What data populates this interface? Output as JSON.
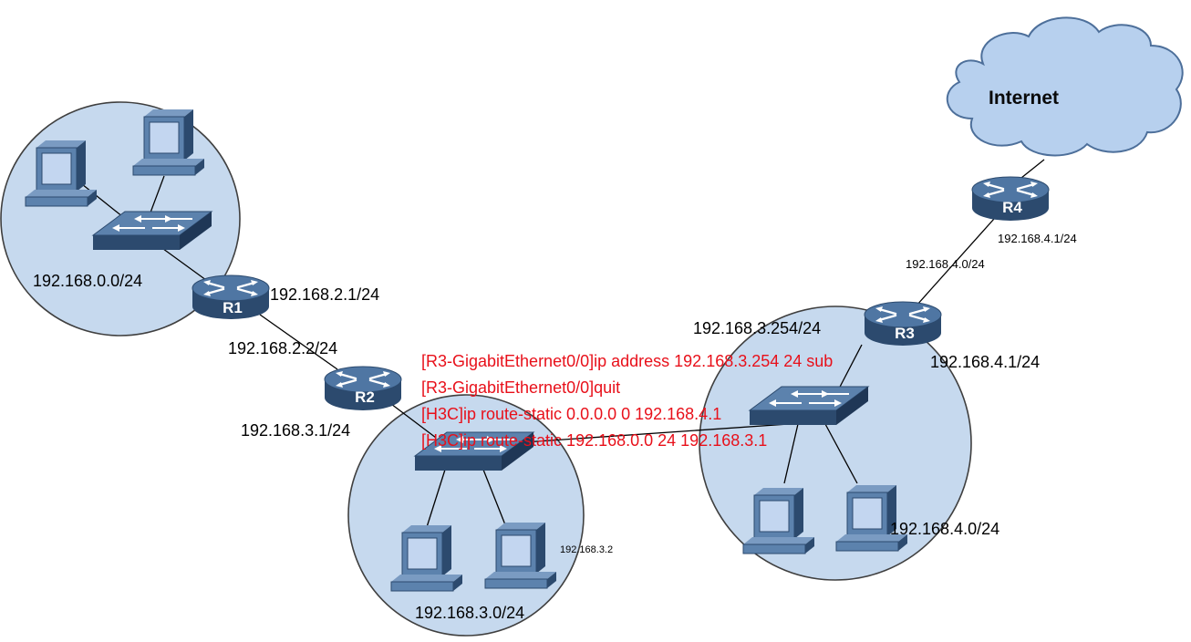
{
  "colors": {
    "network_fill": "#c6d9ee",
    "network_stroke": "#3f3f3f",
    "device_dark": "#2c4a6e",
    "device_mid": "#3a5f8a",
    "device_light": "#5c82ad",
    "pc_screen": "#c3d6f0",
    "cloud_fill": "#b7d0ee",
    "cloud_stroke": "#4d6f9a",
    "command_text": "#e8101a"
  },
  "routers": {
    "r1": "R1",
    "r2": "R2",
    "r3": "R3",
    "r4": "R4"
  },
  "cloud": {
    "label": "Internet"
  },
  "labels": {
    "net_left": "192.168.0.0/24",
    "r1_addr": "192.168.2.1/24",
    "r2_addr_top": "192.168.2.2/24",
    "r2_addr_bottom": "192.168.3.1/24",
    "net_middle": "192.168.3.0/24",
    "pc_addr": "192.168.3.2",
    "r3_addr_left": "192.168.3.254/24",
    "r3_addr_right": "192.168.4.1/24",
    "net_right": "192.168.4.0/24",
    "r4_link_net": "192.168.4.0/24",
    "r4_addr": "192.168.4.1/24"
  },
  "commands": [
    "[R3-GigabitEthernet0/0]ip address 192.168.3.254 24 sub",
    "[R3-GigabitEthernet0/0]quit",
    "[H3C]ip route-static 0.0.0.0 0 192.168.4.1",
    "[H3C]ip route-static 192.168.0.0 24 192.168.3.1"
  ]
}
